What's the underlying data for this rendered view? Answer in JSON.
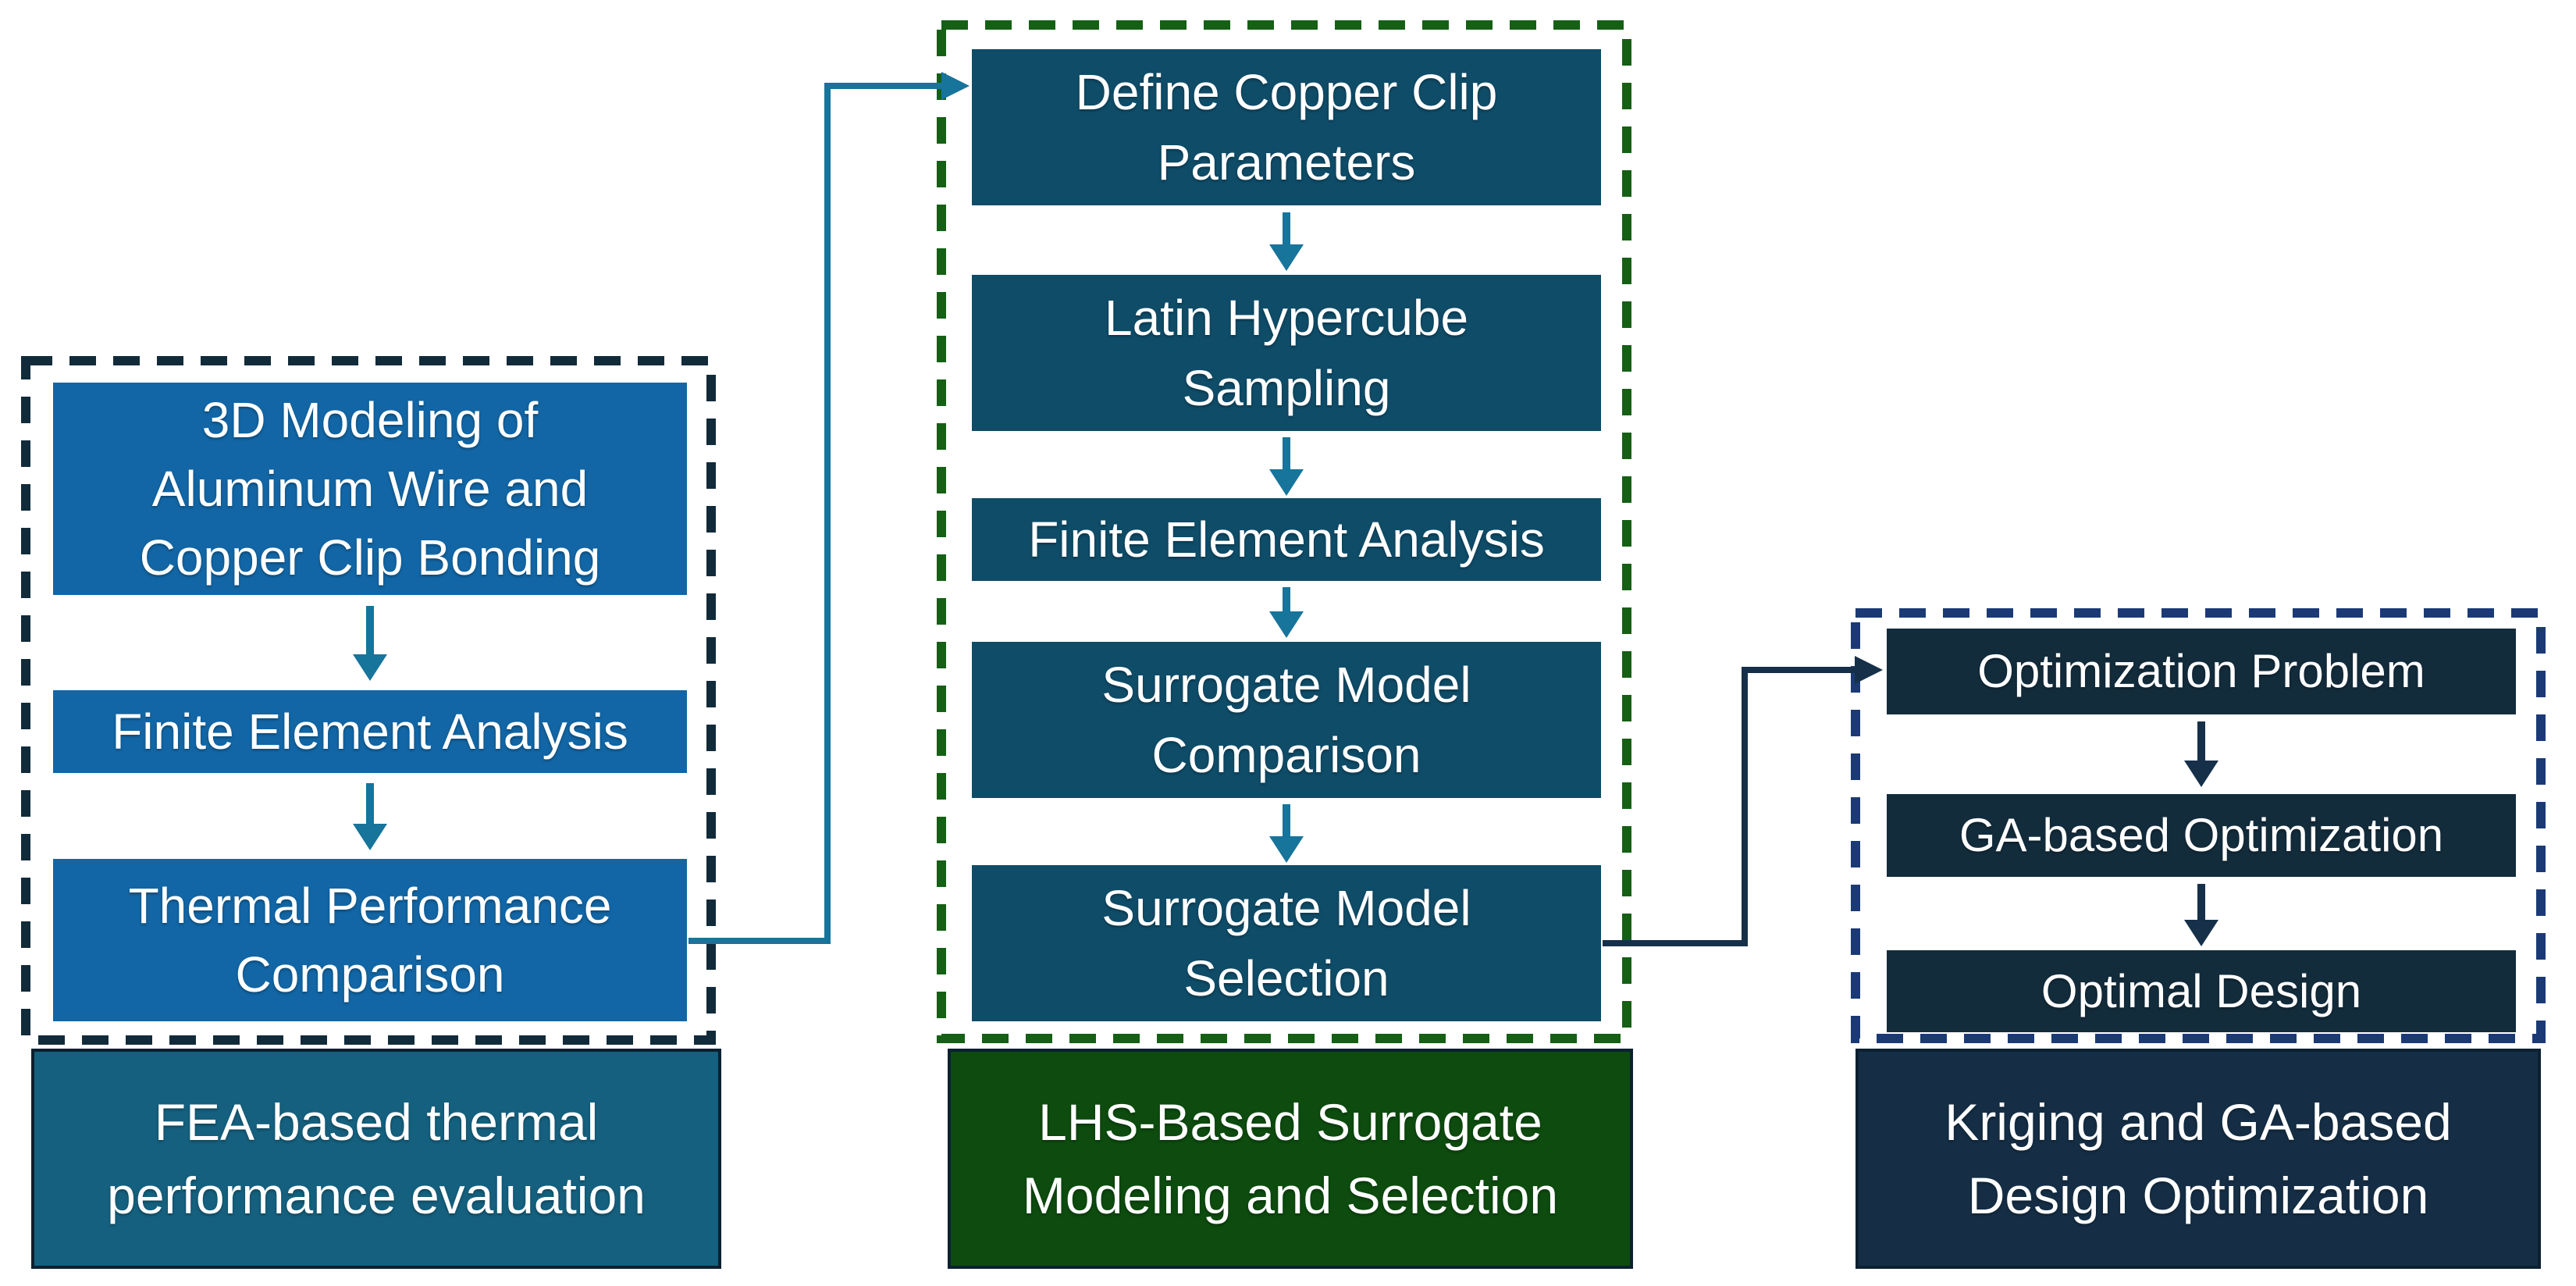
{
  "figure": {
    "type": "flowchart",
    "description": "Three-phase design optimization workflow diagram"
  },
  "colors": {
    "bg": "#ffffff",
    "text": "#ffffff",
    "left_box": "#1266A5",
    "left_label_box": "#15607E",
    "left_border": "#112B3A",
    "mid_box": "#0F4C68",
    "mid_label_box": "#0D4B0F",
    "mid_border": "#156015",
    "right_box": "#132C3C",
    "right_label_box": "#152E45",
    "right_border": "#1B3A75",
    "arrow_teal": "#17749B",
    "arrow_navy": "#16304A",
    "label_edge": "#0C2030"
  },
  "columns": [
    {
      "steps": [
        {
          "lines": [
            "3D Modeling of",
            "Aluminum Wire and",
            "Copper Clip Bonding"
          ]
        },
        {
          "lines": [
            "Finite Element Analysis"
          ]
        },
        {
          "lines": [
            "Thermal Performance",
            "Comparison"
          ]
        }
      ],
      "label_lines": [
        "FEA-based thermal",
        "performance evaluation"
      ]
    },
    {
      "steps": [
        {
          "lines": [
            "Define Copper Clip",
            "Parameters"
          ]
        },
        {
          "lines": [
            "Latin Hypercube",
            "Sampling"
          ]
        },
        {
          "lines": [
            "Finite Element Analysis"
          ]
        },
        {
          "lines": [
            "Surrogate Model",
            "Comparison"
          ]
        },
        {
          "lines": [
            "Surrogate Model",
            "Selection"
          ]
        }
      ],
      "label_lines": [
        "LHS-Based Surrogate",
        "Modeling and Selection"
      ]
    },
    {
      "steps": [
        {
          "lines": [
            "Optimization Problem"
          ]
        },
        {
          "lines": [
            "GA-based Optimization"
          ]
        },
        {
          "lines": [
            "Optimal Design"
          ]
        }
      ],
      "label_lines": [
        "Kriging and GA-based",
        "Design Optimization"
      ]
    }
  ]
}
